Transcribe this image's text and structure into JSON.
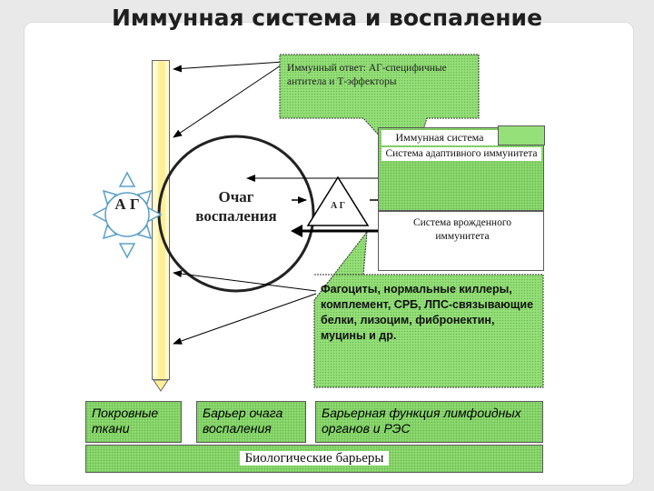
{
  "title": "Иммунная система и воспаление",
  "callout_top": "Иммунный ответ: АГ-специфичные антитела и Т-эффекторы",
  "immune_system_label": "Иммунная система",
  "adaptive_box": "Система адаптивного иммунитета",
  "innate_box": "Система врожденного иммунитета",
  "inflammation_focus": "Очаг воспаления",
  "antigen_large": "А Г",
  "antigen_small": "А Г",
  "innate_components": "Фагоциты, нормальные киллеры, комплемент, СРБ, ЛПС-связывающие белки, лизоцим, фибронектин, муцины и др.",
  "barrier_cover": "Покровные ткани",
  "barrier_focus": "Барьер очага воспаления",
  "barrier_lymphoid": "Барьерная функция лимфоидных органов и РЭС",
  "bio_barriers": "Биологические барьеры",
  "colors": {
    "green": "#96e07a",
    "pillar": "#fffbd0",
    "arrow": "#000000"
  }
}
